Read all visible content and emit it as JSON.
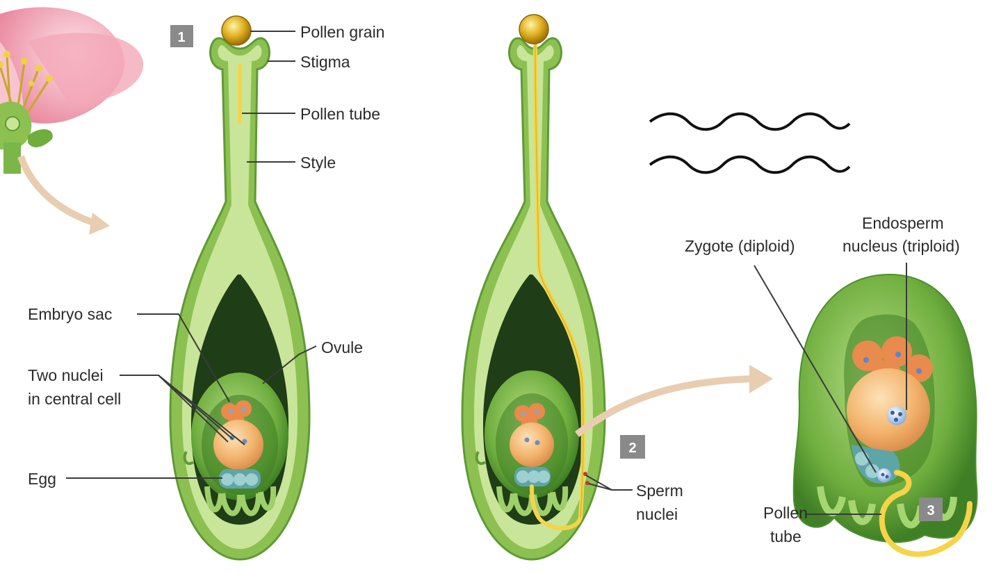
{
  "diagram": {
    "step_badges": [
      "1",
      "2",
      "3"
    ],
    "labels": {
      "pollen_grain": "Pollen grain",
      "stigma": "Stigma",
      "pollen_tube": "Pollen tube",
      "style": "Style",
      "embryo_sac": "Embryo sac",
      "ovule": "Ovule",
      "two_nuclei_line1": "Two nuclei",
      "two_nuclei_line2": "in central cell",
      "egg": "Egg",
      "sperm_line1": "Sperm",
      "sperm_line2": "nuclei",
      "zygote": "Zygote (diploid)",
      "endosperm_line1": "Endosperm",
      "endosperm_line2": "nucleus (triploid)",
      "pollen_tube3_line1": "Pollen",
      "pollen_tube3_line2": "tube"
    },
    "colors": {
      "pistil_outer": "#8cc152",
      "pistil_inner": "#c9e59a",
      "ovary_cavity": "#1f3d16",
      "ovule": "#6fae3e",
      "central_cell": "#f2b36b",
      "antipodal": "#e98b4d",
      "pollen_tube": "#f5d44a",
      "pollen_grain": "#d9a514",
      "flower_petal": "#f6b6c3",
      "arrow": "#e8cdb0",
      "badge": "#8a8a8a"
    },
    "icons": [
      "flower-illustration",
      "process-arrow-icon",
      "wavy-break-icon"
    ]
  }
}
